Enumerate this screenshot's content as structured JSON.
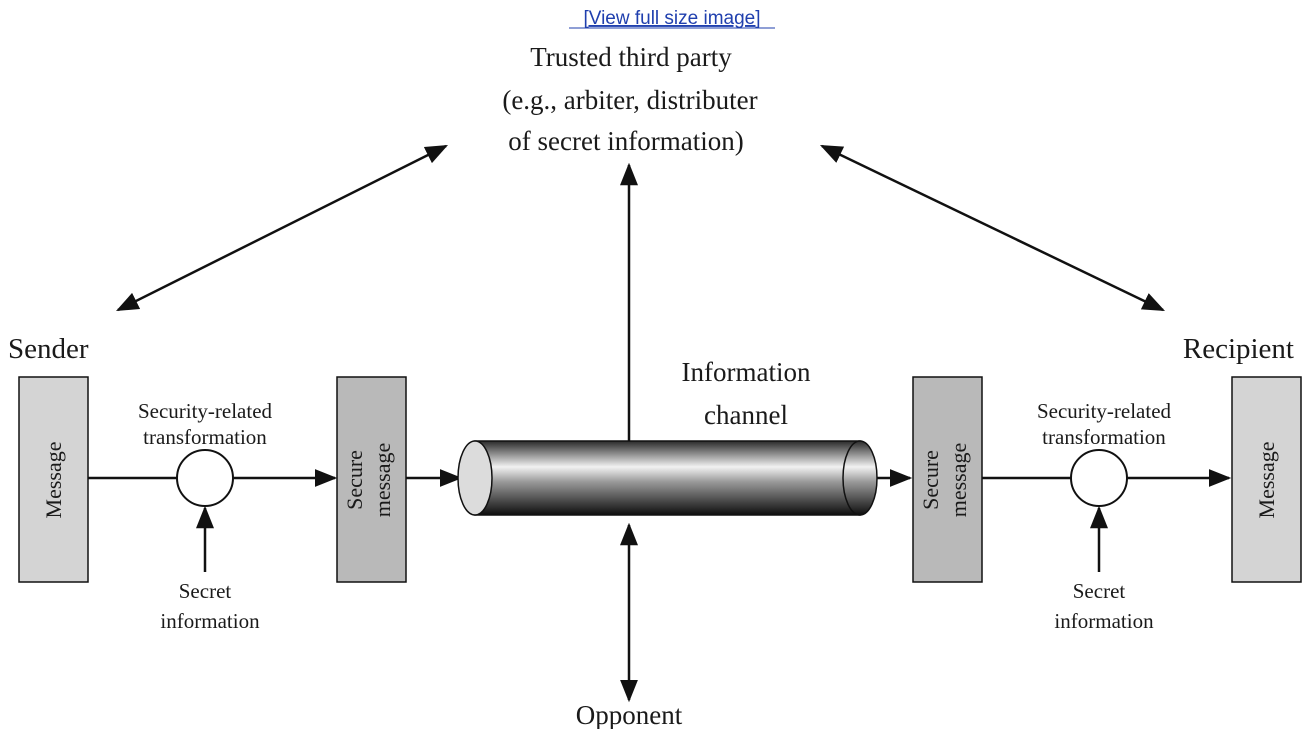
{
  "header": {
    "view_full_size_link": "[View full size image]"
  },
  "trusted_party": {
    "line1": "Trusted third party",
    "line2": "(e.g., arbiter, distributer",
    "line3": "of secret information)"
  },
  "sender": {
    "label": "Sender",
    "message_label": "Message",
    "transform_line1": "Security-related",
    "transform_line2": "transformation",
    "secret_line1": "Secret",
    "secret_line2": "information",
    "secure_line1": "Secure",
    "secure_line2": "message"
  },
  "channel": {
    "line1": "Information",
    "line2": "channel"
  },
  "recipient": {
    "label": "Recipient",
    "message_label": "Message",
    "transform_line1": "Security-related",
    "transform_line2": "transformation",
    "secret_line1": "Secret",
    "secret_line2": "information",
    "secure_line1": "Secure",
    "secure_line2": "message"
  },
  "opponent": {
    "label": "Opponent"
  },
  "colors": {
    "box_fill": "#d4d4d4",
    "secure_box_fill": "#b9b9b9",
    "line": "#111111",
    "link": "#1f3fae"
  }
}
